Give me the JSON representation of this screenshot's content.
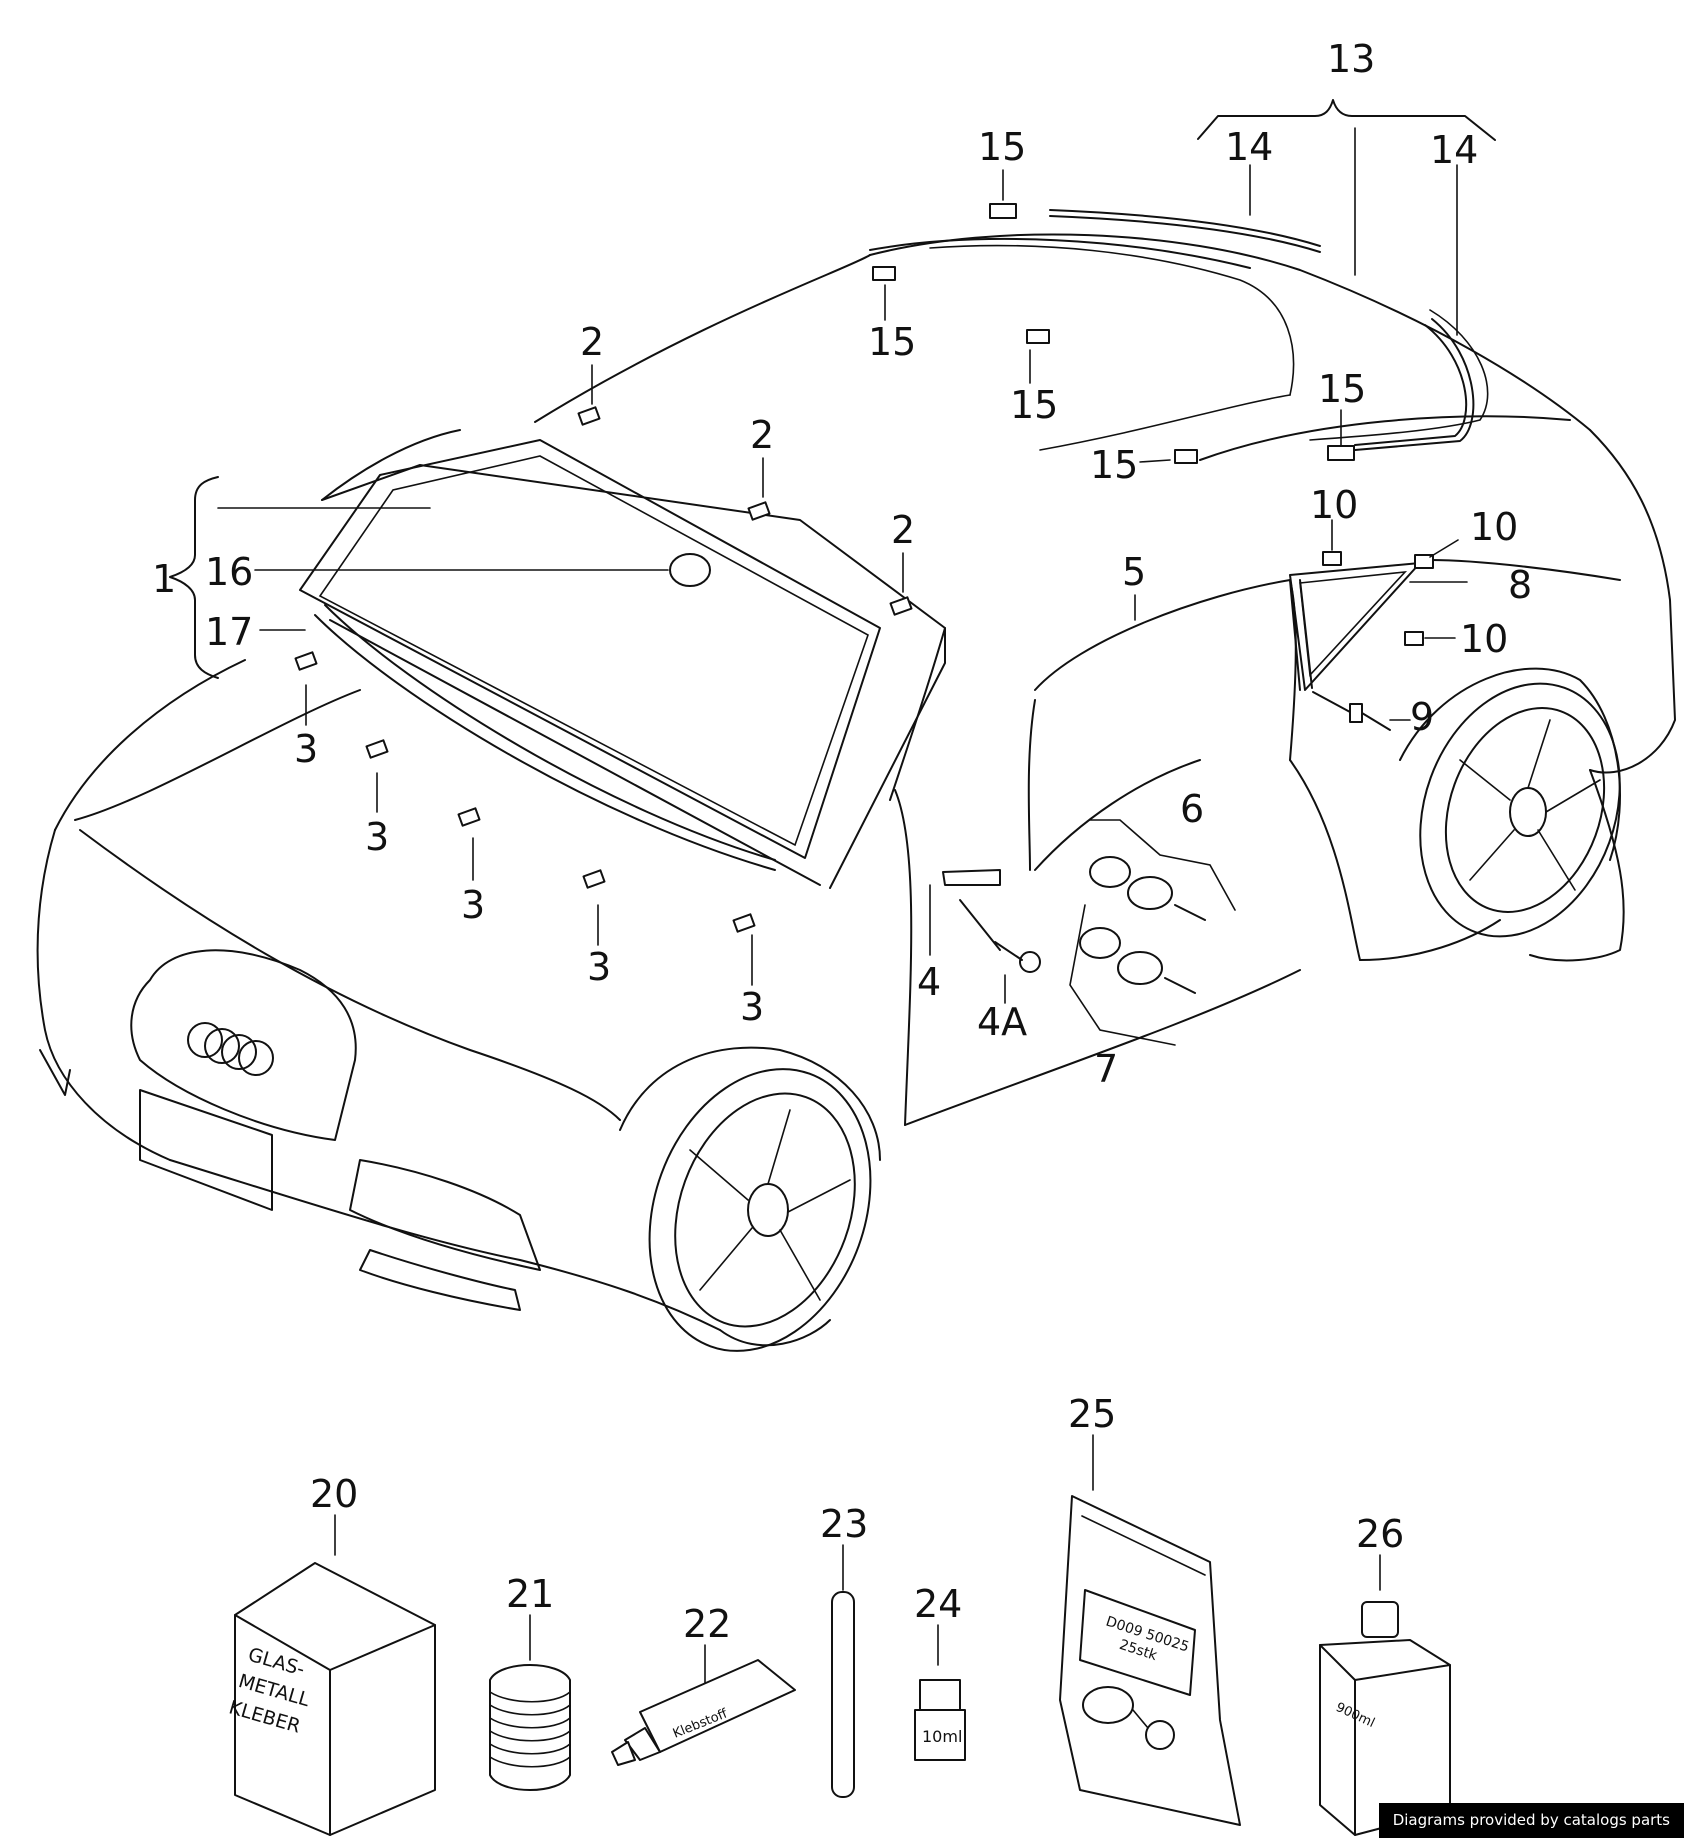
{
  "callouts": {
    "c1": "1",
    "c2a": "2",
    "c2b": "2",
    "c2c": "2",
    "c3a": "3",
    "c3b": "3",
    "c3c": "3",
    "c3d": "3",
    "c3e": "3",
    "c4": "4",
    "c4a": "4A",
    "c5": "5",
    "c6": "6",
    "c7": "7",
    "c8": "8",
    "c9": "9",
    "c10a": "10",
    "c10b": "10",
    "c10c": "10",
    "c13": "13",
    "c14a": "14",
    "c14b": "14",
    "c15a": "15",
    "c15b": "15",
    "c15c": "15",
    "c15d": "15",
    "c15e": "15",
    "c16": "16",
    "c17": "17",
    "c20": "20",
    "c21": "21",
    "c22": "22",
    "c23": "23",
    "c24": "24",
    "c25": "25",
    "c26": "26"
  },
  "packaging": {
    "box_line1": "GLAS-",
    "box_line2": "METALL",
    "box_line3": "KLEBER",
    "tube": "Klebstoff",
    "vial": "10ml",
    "bag_line1": "D009 50025",
    "bag_line2": "25stk",
    "bottle": "900ml"
  },
  "footer": {
    "credit": "Diagrams provided by catalogs parts"
  }
}
